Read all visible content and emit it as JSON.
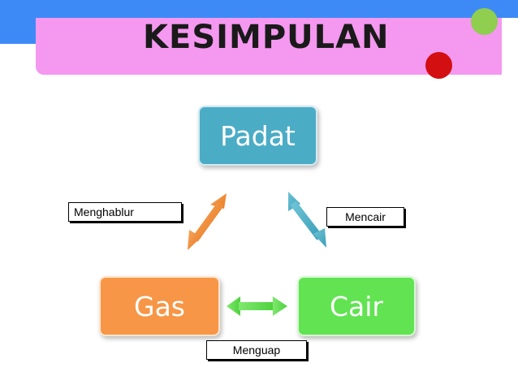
{
  "title": "KESIMPULAN",
  "states": {
    "padat": "Padat",
    "gas": "Gas",
    "cair": "Cair"
  },
  "labels": {
    "menghablur": "Menghablur",
    "mencair": "Mencair",
    "menguap": "Menguap"
  },
  "colors": {
    "top_band": "#3d8af7",
    "banner": "#f598f0",
    "padat": "#4bacc6",
    "gas": "#f79646",
    "cair": "#61e352",
    "dot_green": "#8fce4f",
    "dot_red": "#d30f12"
  }
}
